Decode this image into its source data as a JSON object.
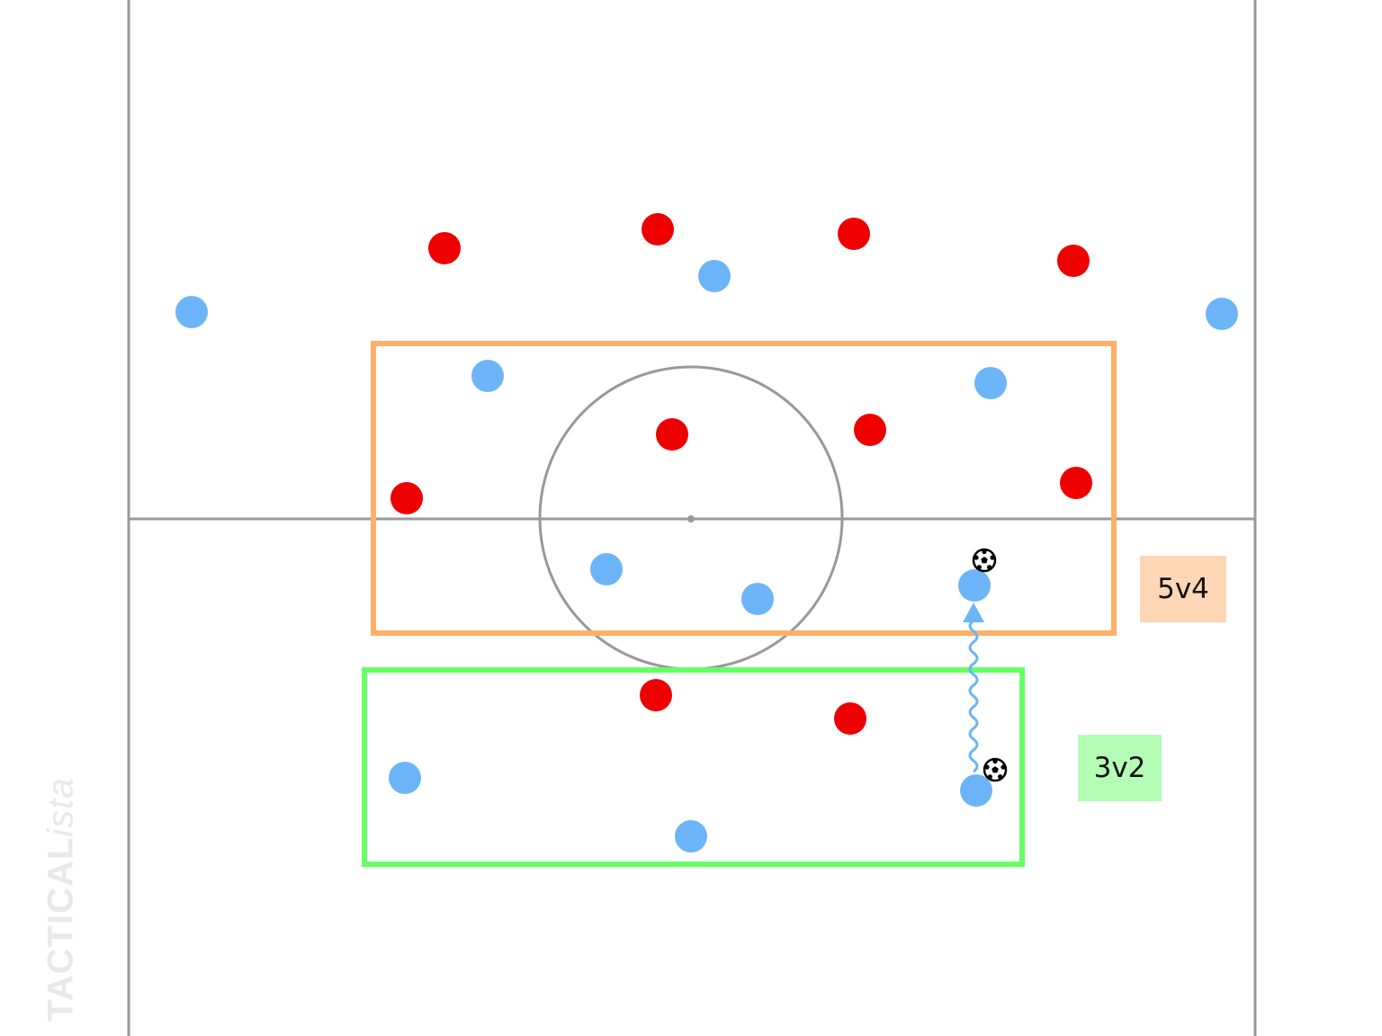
{
  "colors": {
    "pitch_lines": "#999999",
    "team_blue": "#6cb4f8",
    "team_red": "#ee0000",
    "zone_orange": "#ffb066",
    "zone_green": "#66ff66",
    "label_5v4_bg": "#fdd7b5",
    "label_3v2_bg": "#b4fdb4",
    "watermark": "#e9e9e9"
  },
  "zones": [
    {
      "id": "orange",
      "label": "5v4"
    },
    {
      "id": "green",
      "label": "3v2"
    }
  ],
  "watermark": {
    "bold": "TACTICAL",
    "italic": "ista"
  },
  "icons": {
    "ball": "soccer-ball-icon",
    "dribble": "dribble-arrow-icon"
  }
}
